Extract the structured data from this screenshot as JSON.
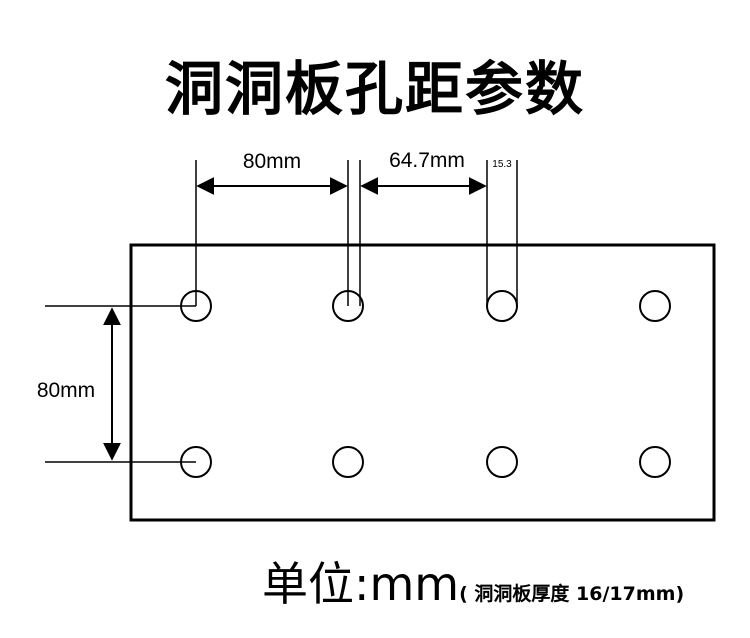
{
  "title": "洞洞板孔距参数",
  "dimensions": {
    "horizontal_spacing": "80mm",
    "diagonal_spacing": "64.7mm",
    "offset": "15.3",
    "vertical_spacing": "80mm"
  },
  "holes": {
    "rows": 2,
    "columns": 4
  },
  "footer": {
    "unit_label": "单位:mm",
    "thickness_note": "( 洞洞板厚度 16/17mm)"
  }
}
